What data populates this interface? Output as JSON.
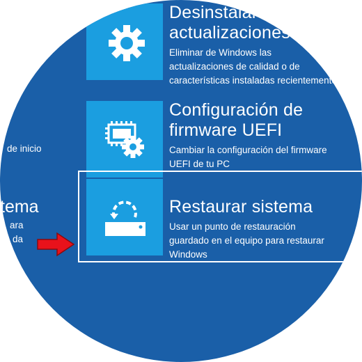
{
  "options": [
    {
      "id": "uninstall",
      "title_lines": [
        "Desinstalar",
        "actualizaciones"
      ],
      "desc_lines": [
        "Eliminar de Windows las",
        "actualizaciones de calidad o de",
        "características instaladas recientemente"
      ],
      "icon": "gear-icon"
    },
    {
      "id": "uefi",
      "title_lines": [
        "Configuración de",
        "firmware UEFI"
      ],
      "desc_lines": [
        "Cambiar la configuración del firmware",
        "UEFI de tu PC"
      ],
      "icon": "firmware-chip-gear-icon"
    },
    {
      "id": "restore",
      "title_lines": [
        "Restaurar sistema"
      ],
      "desc_lines": [
        "Usar un punto de restauración",
        "guardado en el equipo para restaurar",
        "Windows"
      ],
      "icon": "system-restore-icon",
      "selected": true
    }
  ],
  "left_column": {
    "partial_1": "de inicio",
    "partial_2_title": "tema",
    "partial_2_line1": "ara",
    "partial_2_line2": "da"
  },
  "colors": {
    "background": "#1a5fa8",
    "tile": "#1b9ee0",
    "text": "#ffffff",
    "arrow": "#e8121b"
  }
}
